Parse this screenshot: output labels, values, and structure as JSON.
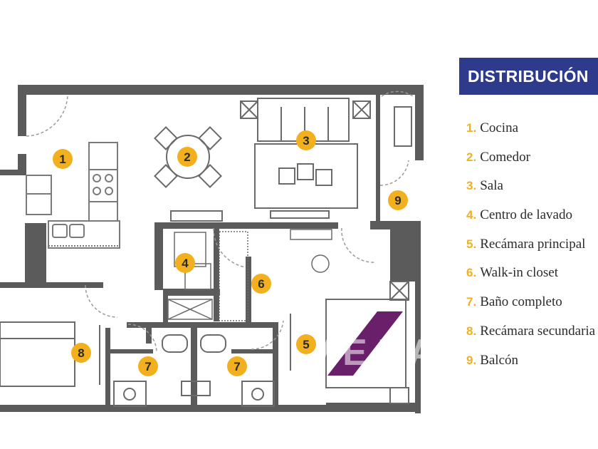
{
  "title": "DISTRIBUCIÓN",
  "legend": [
    {
      "num": "1.",
      "label": "Cocina"
    },
    {
      "num": "2.",
      "label": "Comedor"
    },
    {
      "num": "3.",
      "label": "Sala"
    },
    {
      "num": "4.",
      "label": "Centro de lavado"
    },
    {
      "num": "5.",
      "label": "Recámara principal"
    },
    {
      "num": "6.",
      "label": "Walk-in closet"
    },
    {
      "num": "7.",
      "label": "Baño completo"
    },
    {
      "num": "8.",
      "label": "Recámara secundaria"
    },
    {
      "num": "9.",
      "label": "Balcón"
    }
  ],
  "markers": [
    "1",
    "2",
    "3",
    "4",
    "5",
    "6",
    "7",
    "7",
    "8",
    "9"
  ],
  "colors": {
    "wall": "#5b5b5b",
    "fixture": "#7a7a7a",
    "marker": "#f2b01e",
    "banner": "#2e3a8c",
    "watermark": "#6a1f6b"
  }
}
